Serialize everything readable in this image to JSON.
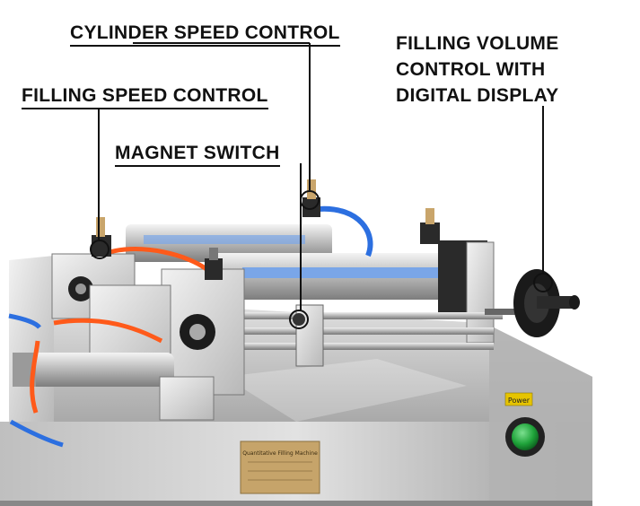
{
  "labels": {
    "cylinder_speed_control": "CYLINDER SPEED CONTROL",
    "filling_speed_control": "FILLING SPEED CONTROL",
    "magnet_switch": "MAGNET SWITCH",
    "filling_volume_line1": "FILLING VOLUME",
    "filling_volume_line2": "CONTROL WITH",
    "filling_volume_line3": "DIGITAL DISPLAY"
  },
  "machine": {
    "power_label": "Power",
    "nameplate_title": "Quantitative Filling Machine"
  },
  "colors": {
    "steel": "#c9c9c9",
    "tubing_orange": "#ff5a1a",
    "tubing_blue": "#2c6fe0",
    "indicator_blue": "#7aa6e8",
    "power_button": "#1fa33a",
    "label_yellow": "#e6c400"
  }
}
